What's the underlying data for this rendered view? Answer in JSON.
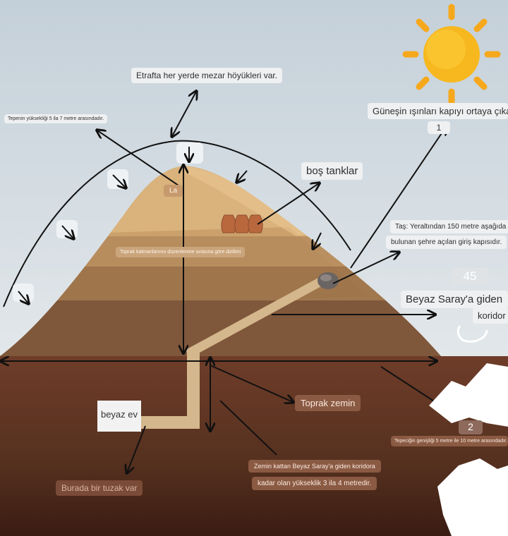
{
  "labels": {
    "mounds": "Etrafta her yerde mezar höyükleri var.",
    "hill_height": "Tepenin yüksekliği 5 ila 7 metre arasındadır.",
    "sun_rays": "Güneşin ışınları kapıyı ortaya çıkarır",
    "sun_number": "1",
    "empty_tanks": "boş tanklar",
    "la": "La",
    "stone_line1": "Taş: Yeraltından 150 metre aşağıda",
    "stone_line2": "bulunan şehre açılan giriş kapısıdır.",
    "soil_layers": "Toprak katmanlarının düzenlenme sırasına göre dizilimi",
    "number_45": "45",
    "corridor_line1": "Beyaz Saray'a giden",
    "corridor_line2": "koridor",
    "soil_ground": "Toprak zemin",
    "white_house": "beyaz ev",
    "number_2": "2",
    "hill_width": "Tepeciğin genişliği 5 metre ile 10 metre arasındadır.",
    "floor_height_line1": "Zemin kattan Beyaz Saray'a giden koridora",
    "floor_height_line2": "kadar olan yükseklik 3 ila 4 metredir.",
    "trap": "Burada bir tuzak var"
  },
  "colors": {
    "sky_top": "#c9d4dd",
    "sky_bottom": "#dfe5e8",
    "hill_light": "#d7b079",
    "hill_mid": "#b08458",
    "hill_dark": "#7e563b",
    "ground": "#6a3b28",
    "ground_dark": "#3f1f14",
    "tunnel": "#d6b98f",
    "sun": "#f6b21c",
    "label_brown": "#8a5a43"
  }
}
